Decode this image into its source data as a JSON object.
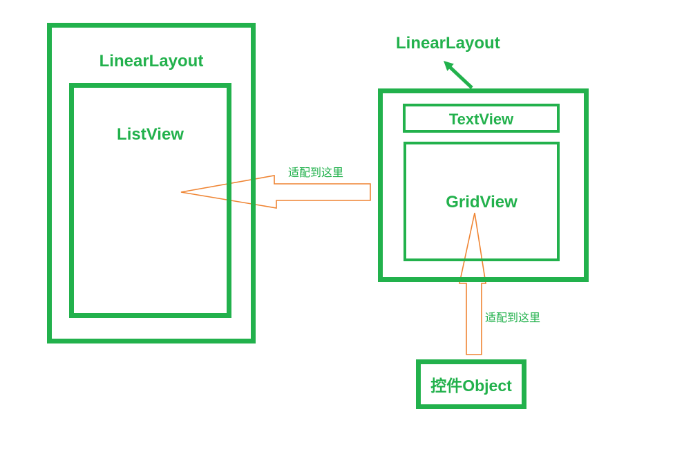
{
  "diagram_title": "",
  "colors": {
    "green": "#22B14C",
    "orange": "#EF8432"
  },
  "left_panel": {
    "container_label": "LinearLayout",
    "child_label": "ListView"
  },
  "right_panel": {
    "container_label": "LinearLayout",
    "textview_label": "TextView",
    "gridview_label": "GridView"
  },
  "object_box": {
    "label": "控件Object"
  },
  "annotations": {
    "adapt_left": "适配到这里",
    "adapt_up": "适配到这里"
  }
}
